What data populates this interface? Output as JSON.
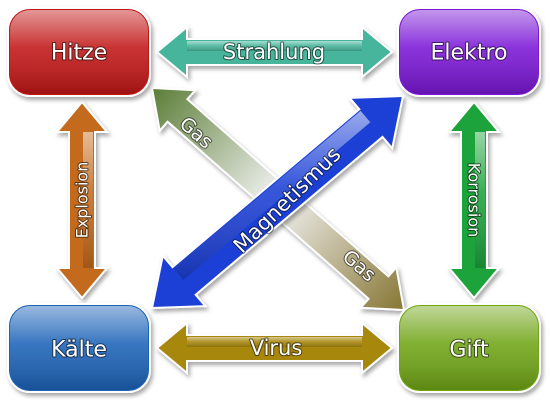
{
  "nodes": {
    "hitze": {
      "label": "Hitze",
      "color": "#c21818"
    },
    "elektro": {
      "label": "Elektro",
      "color": "#7a17d6"
    },
    "kaelte": {
      "label": "Kälte",
      "color": "#1f63b8"
    },
    "gift": {
      "label": "Gift",
      "color": "#6fa514"
    }
  },
  "arrows": {
    "strahlung": {
      "label": "Strahlung",
      "from": "hitze",
      "to": "elektro",
      "color": "#47b59b"
    },
    "explosion": {
      "label": "Explosion",
      "from": "hitze",
      "to": "kaelte",
      "color": "#c46a1c"
    },
    "korrosion": {
      "label": "Korrosion",
      "from": "elektro",
      "to": "gift",
      "color": "#1ea33a"
    },
    "virus": {
      "label": "Virus",
      "from": "kaelte",
      "to": "gift",
      "color": "#a8870f"
    },
    "gas": {
      "label_start": "Gas",
      "label_end": "Gas",
      "from": "hitze",
      "to": "gift",
      "color_start": "#5e7f3a",
      "color_end": "#8a7a3a"
    },
    "magnetismus": {
      "label": "Magnetismus",
      "from": "kaelte",
      "to": "elektro",
      "color": "#1f3fd6"
    }
  }
}
